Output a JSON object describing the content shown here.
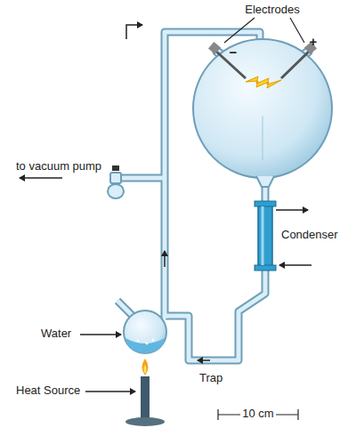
{
  "diagram": {
    "labels": [
      "Electrodes",
      "−",
      "+",
      "to vacuum pump",
      "Condenser",
      "Water",
      "Heat Source",
      "Trap",
      "10 cm"
    ]
  }
}
